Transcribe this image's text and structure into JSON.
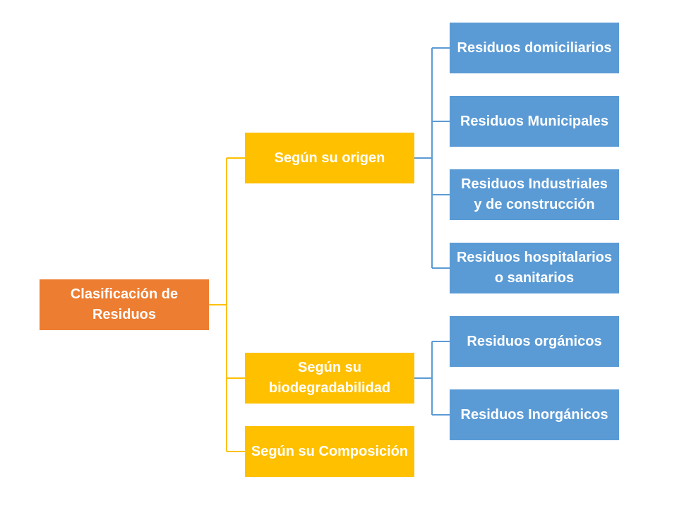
{
  "diagram": {
    "root": {
      "label": "Clasificación de\nResiduos"
    },
    "categories": [
      {
        "label": "Según su origen",
        "children": [
          "Residuos domiciliarios",
          "Residuos Municipales",
          "Residuos Industriales\ny de construcción",
          "Residuos hospitalarios\no sanitarios"
        ]
      },
      {
        "label": "Según su\nbiodegradabilidad",
        "children": [
          "Residuos orgánicos",
          "Residuos Inorgánicos"
        ]
      },
      {
        "label": "Según su Composición",
        "children": []
      }
    ],
    "colors": {
      "root": "#ED7D31",
      "category": "#FFC000",
      "leaf": "#5B9BD5",
      "category_connector": "#FFC000",
      "leaf_connector": "#5B9BD5"
    }
  }
}
